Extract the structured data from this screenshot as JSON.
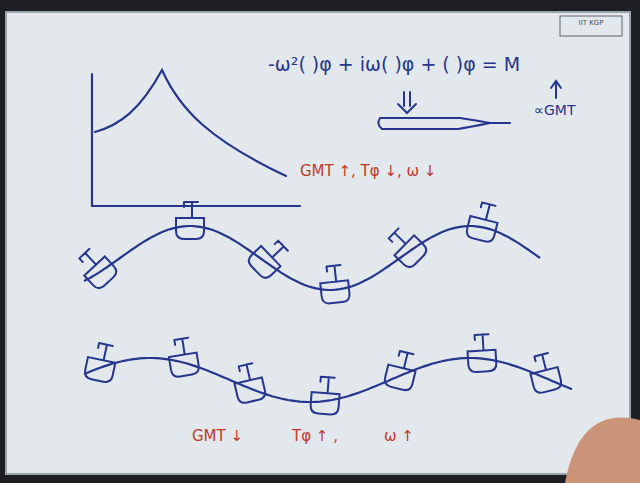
{
  "diagram": {
    "labels": [
      "IIT KGP",
      "-ω²( )φ + iω( )φ + ( )φ = M",
      "∝GMT",
      "GMT ↑, Tφ ↓, ω ↓",
      "GMT ↓",
      "Tφ ↑ ,",
      "ω ↑"
    ]
  }
}
